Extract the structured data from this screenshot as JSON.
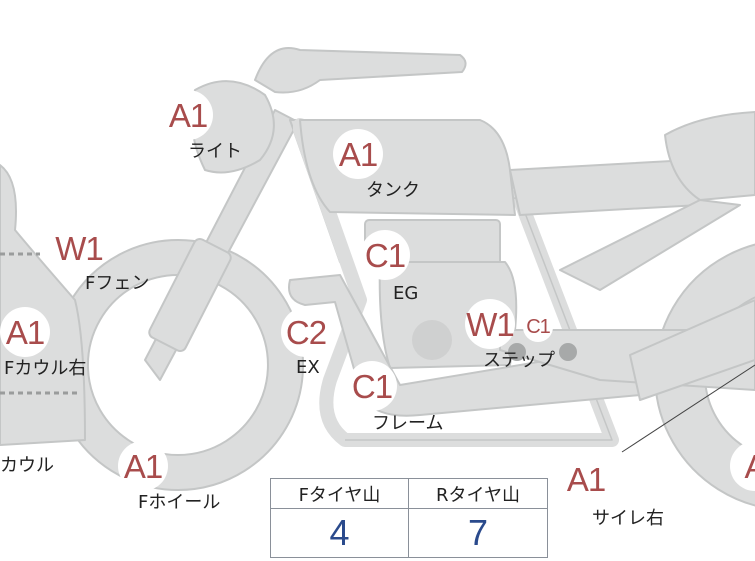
{
  "colors": {
    "body": "#dcdddd",
    "outline": "#c4c6c6",
    "grade_text": "#a84c4c",
    "value_text": "#2a4a8c",
    "table_border": "#8a9099"
  },
  "markers": [
    {
      "id": "light",
      "grade": "A1",
      "label": "ライト"
    },
    {
      "id": "tank",
      "grade": "A1",
      "label": "タンク"
    },
    {
      "id": "f-fender",
      "grade": "W1",
      "label": "Fフェン"
    },
    {
      "id": "engine",
      "grade": "C1",
      "label": "EG"
    },
    {
      "id": "f-cowl-right",
      "grade": "A1",
      "label": "Fカウル右"
    },
    {
      "id": "exhaust",
      "grade": "C2",
      "label": "EX"
    },
    {
      "id": "step",
      "grade": "W1",
      "grade2": "C1",
      "label": "ステップ"
    },
    {
      "id": "frame",
      "grade": "C1",
      "label": "フレーム"
    },
    {
      "id": "cowl",
      "label": "カウル"
    },
    {
      "id": "f-wheel",
      "grade": "A1",
      "label": "Fホイール"
    },
    {
      "id": "silencer-right",
      "grade": "A1",
      "label": "サイレ右"
    },
    {
      "id": "rear-edge",
      "grade": "A"
    }
  ],
  "tire_table": {
    "front_header": "Fタイヤ山",
    "rear_header": "Rタイヤ山",
    "front_value": "4",
    "rear_value": "7"
  }
}
